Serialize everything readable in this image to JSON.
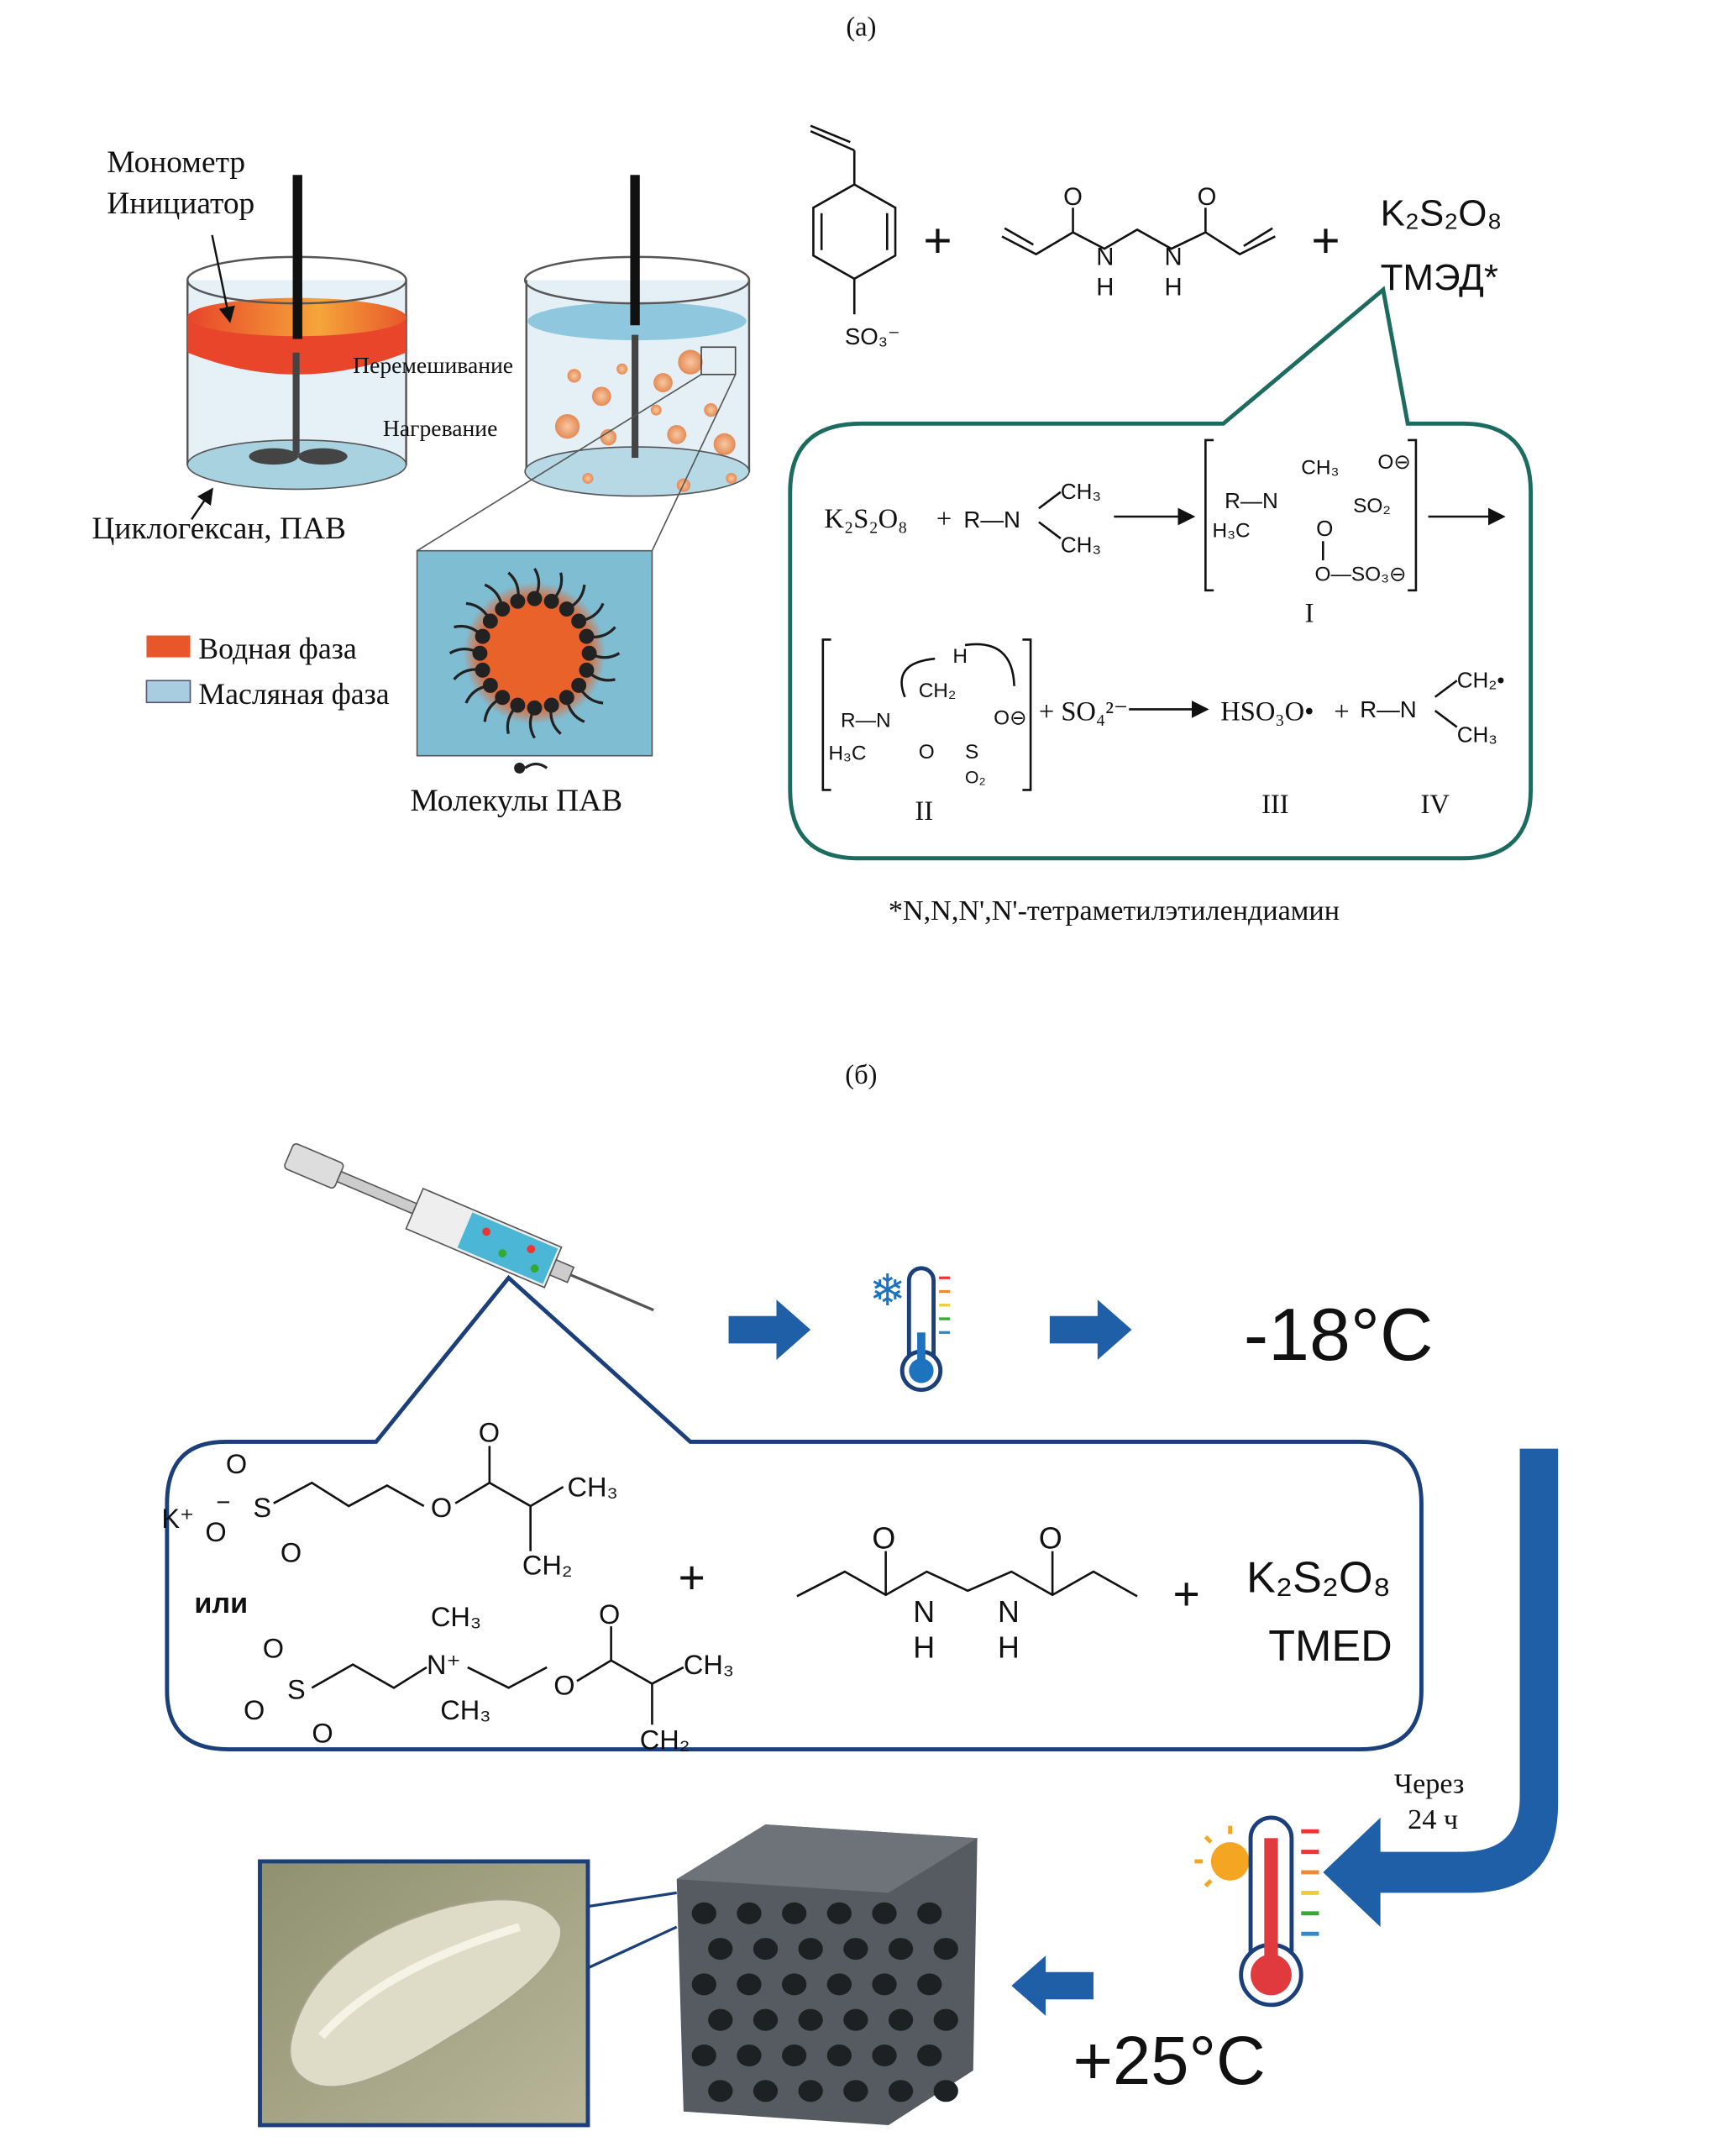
{
  "panel_a": {
    "label": "(а)",
    "beaker_labels": {
      "monomer": "Монометр",
      "initiator": "Инициатор",
      "stirring": "Перемешивание",
      "heating": "Нагревание",
      "cyclohexane": "Циклогексан, ПАВ",
      "surfactant_molecules": "Молекулы ПАВ"
    },
    "legend": [
      {
        "label": "Водная фаза",
        "color": "#e8572a"
      },
      {
        "label": "Масляная фаза",
        "color": "#a9cde0"
      }
    ],
    "reagents": {
      "sulfonate": "SO₃⁻",
      "plus": "+",
      "amide_o": "O",
      "amide_n": "N",
      "amide_h": "H",
      "persulfate": "K₂S₂O₈",
      "tmed": "ТМЭД*"
    },
    "mechanism": {
      "reactant_persulfate": "K₂S₂O₈",
      "plus": "+",
      "r_n": "R—N",
      "ch3": "CH₃",
      "h3c": "H₃C",
      "o": "O",
      "o_minus": "O⊖",
      "so2": "SO₂",
      "o_so3": "O—SO₃⊖",
      "s": "S",
      "o2": "O₂",
      "ch2": "CH₂",
      "h": "H",
      "so4": "+ SO₄²⁻",
      "hso3o": "HSO₃O•",
      "ch2_radical": "CH₂•",
      "roman": [
        "I",
        "II",
        "III",
        "IV"
      ]
    },
    "footnote": "*N,N,N',N'-тетраметилэтилендиамин"
  },
  "panel_b": {
    "label": "(б)",
    "temp_cold": "-18°C",
    "temp_warm": "+25°C",
    "after_time": [
      "Через",
      "24 ч"
    ],
    "chem": {
      "k_plus": "K⁺",
      "or": "или",
      "ch3": "CH₃",
      "ch2": "CH₂",
      "o": "O",
      "s": "S",
      "n_plus": "N⁺",
      "minus": "−",
      "plus": "+",
      "n": "N",
      "h": "H",
      "persulfate": "K₂S₂O₈",
      "tmed": "TMED"
    },
    "colors": {
      "arrow": "#1f5fa8",
      "callout": "#1a3f7a",
      "cold": "#1e73be",
      "warm": "#e03a3e"
    }
  }
}
